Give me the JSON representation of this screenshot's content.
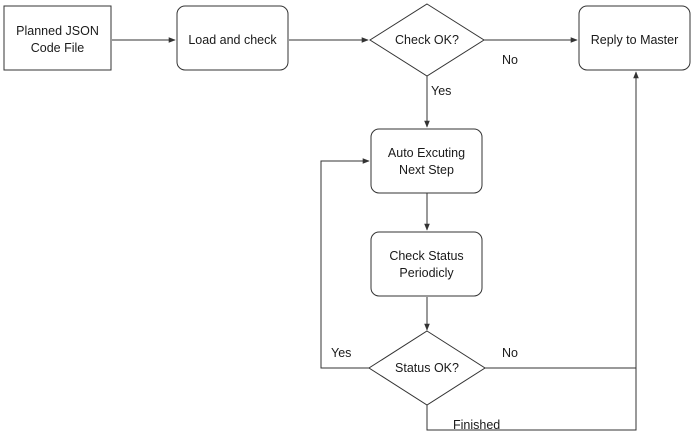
{
  "nodes": {
    "planned_json": {
      "line1": "Planned JSON",
      "line2": "Code File"
    },
    "load_check": {
      "label": "Load and check"
    },
    "check_ok": {
      "label": "Check OK?"
    },
    "reply_master": {
      "label": "Reply to Master"
    },
    "auto_exec": {
      "line1": "Auto Excuting",
      "line2": "Next Step"
    },
    "check_status": {
      "line1": "Check Status",
      "line2": "Periodicly"
    },
    "status_ok": {
      "label": "Status OK?"
    }
  },
  "edges": {
    "check_no": "No",
    "check_yes": "Yes",
    "status_yes": "Yes",
    "status_no": "No",
    "finished": "Finished"
  }
}
